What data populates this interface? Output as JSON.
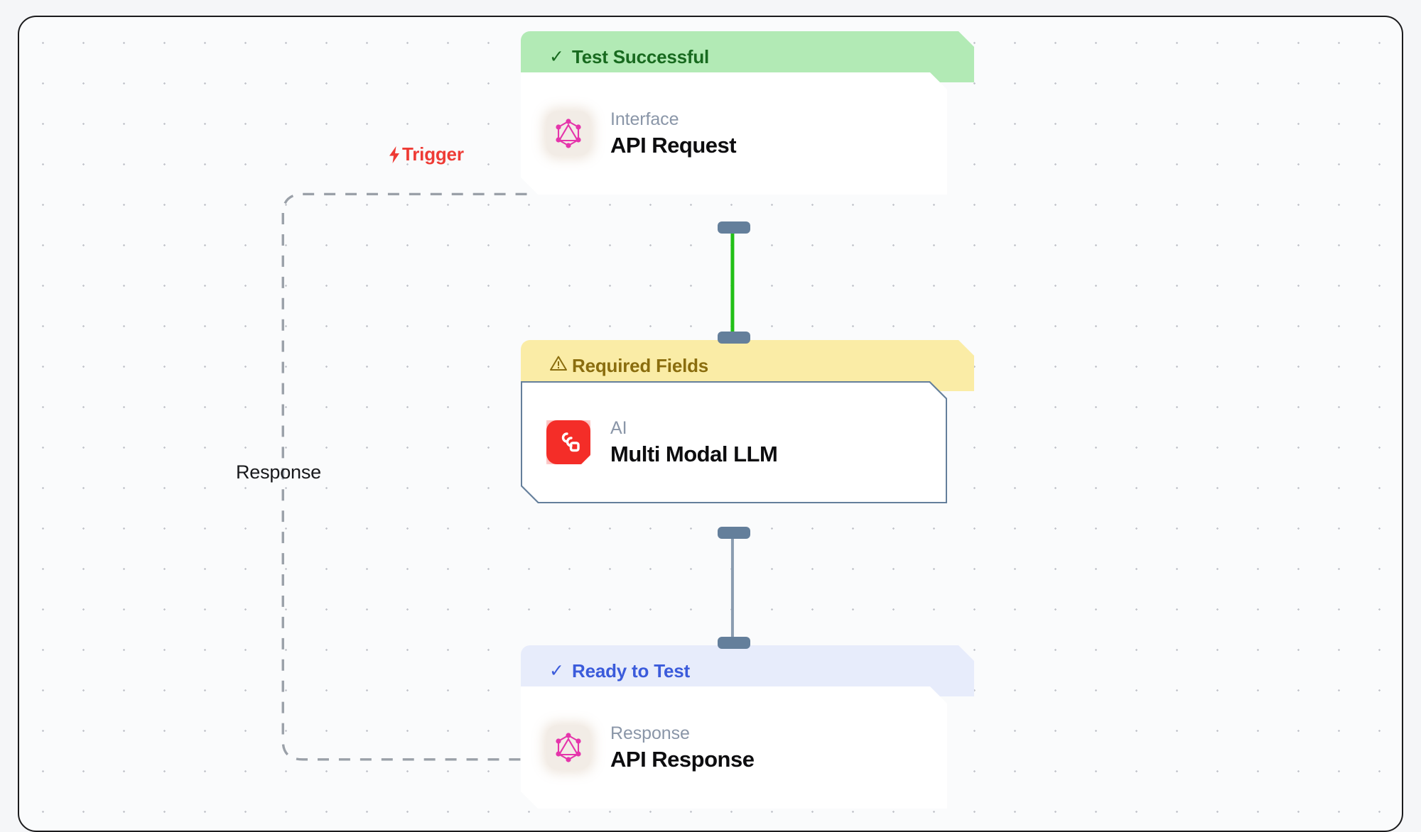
{
  "canvas": {
    "background_color": "#fafbfc",
    "border_color": "#1b1b1d",
    "dot_grid_color": "#b9bcc4"
  },
  "edges": [
    {
      "id": "trigger-edge",
      "label": "Trigger",
      "icon": "lightning-bolt-icon",
      "icon_glyph": "⚡",
      "color": "#ee3b35",
      "style": "dashed"
    },
    {
      "id": "response-edge",
      "label": "Response",
      "color": "#18191c",
      "style": "dashed"
    },
    {
      "id": "request-to-llm-edge",
      "label": "",
      "color": "#22c017",
      "style": "solid"
    },
    {
      "id": "llm-to-response-edge",
      "label": "",
      "color": "#8a9cb0",
      "style": "solid"
    }
  ],
  "nodes": [
    {
      "id": "api-request-node",
      "status": {
        "text": "Test Successful",
        "icon": "check-icon",
        "glyph": "✓",
        "text_color": "#186a1f",
        "background_color": "#b2eab5"
      },
      "kind": "Interface",
      "title": "API Request",
      "icon": "graphql-icon",
      "selected": false
    },
    {
      "id": "multi-modal-llm-node",
      "status": {
        "text": "Required Fields",
        "icon": "warning-triangle-icon",
        "glyph": "⚠",
        "text_color": "#8a6d0e",
        "background_color": "#faeca6"
      },
      "kind": "AI",
      "title": "Multi Modal LLM",
      "icon": "ai-model-icon",
      "selected": true
    },
    {
      "id": "api-response-node",
      "status": {
        "text": "Ready to Test",
        "icon": "check-icon",
        "glyph": "✓",
        "text_color": "#3b5bdb",
        "background_color": "#e7ecfb"
      },
      "kind": "Response",
      "title": "API Response",
      "icon": "graphql-icon",
      "selected": false
    }
  ]
}
